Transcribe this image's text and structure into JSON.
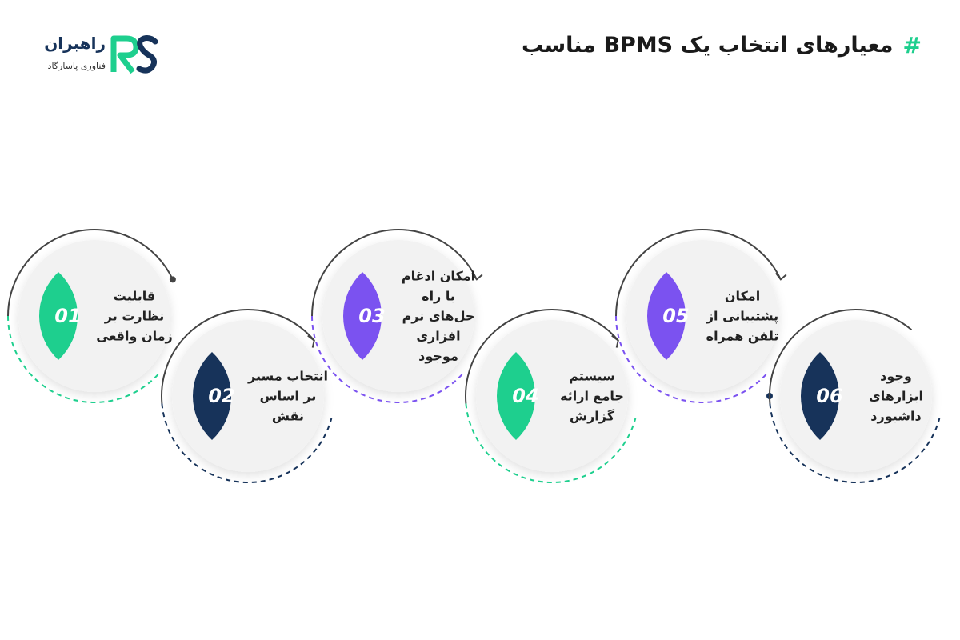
{
  "title": {
    "hash": "#",
    "text": "معیارهای انتخاب یک BPMS مناسب"
  },
  "logo": {
    "brand": "راهبران",
    "sub": "فناوری پاسارگاد",
    "mark": "RS"
  },
  "colors": {
    "green": "#1ecf8e",
    "navy": "#17335a",
    "purple": "#7b52f0",
    "arrow": "#444444"
  },
  "steps": [
    {
      "number": "01",
      "color": "green",
      "text": "قابلیت نظارت بر زمان واقعی"
    },
    {
      "number": "02",
      "color": "navy",
      "text": "انتخاب مسیر بر اساس نقش"
    },
    {
      "number": "03",
      "color": "purple",
      "text": "امکان ادغام با راه حل‌های نرم افزاری موجود"
    },
    {
      "number": "04",
      "color": "green",
      "text": "سیستم جامع ارائه گزارش"
    },
    {
      "number": "05",
      "color": "purple",
      "text": "امکان پشتیبانی از تلفن همراه"
    },
    {
      "number": "06",
      "color": "navy",
      "text": "وجود ابزارهای داشبورد"
    }
  ]
}
